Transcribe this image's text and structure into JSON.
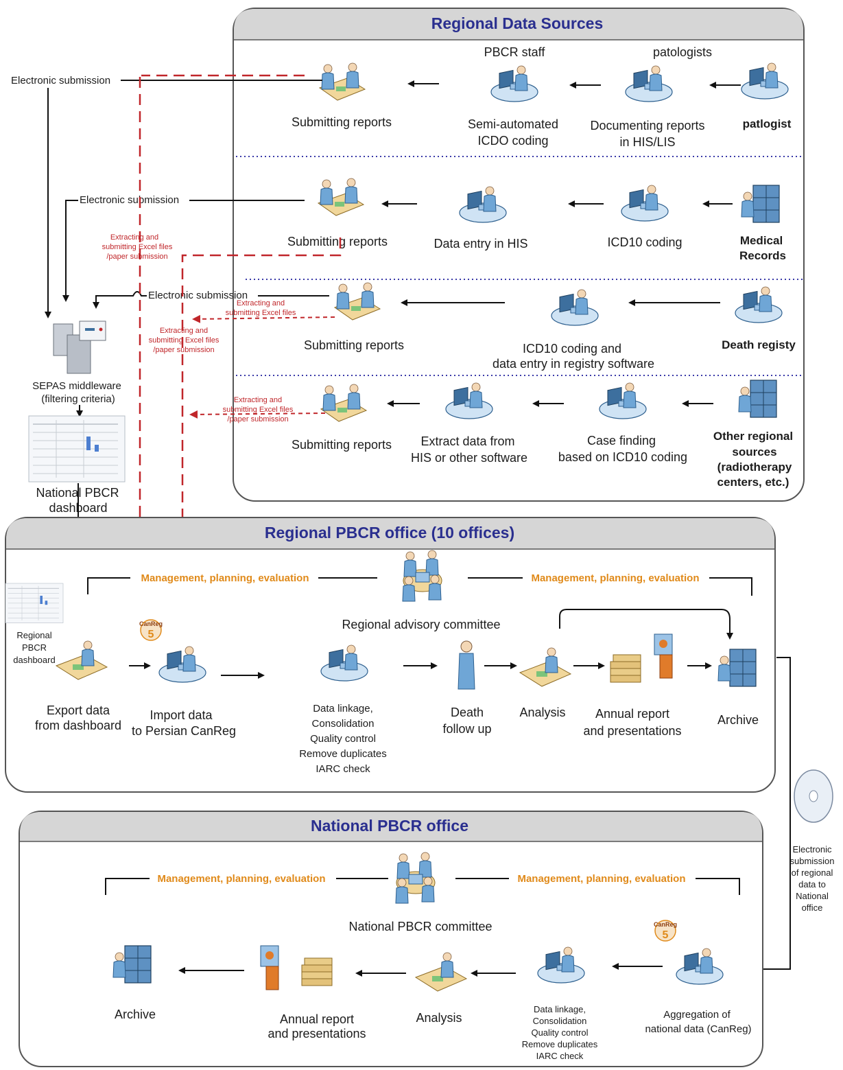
{
  "panels": {
    "regional_sources": "Regional Data Sources",
    "regional_office": "Regional PBCR office (10 offices)",
    "national_office": "National PBCR office"
  },
  "regional_sources": {
    "pathology": {
      "source": "patlogist",
      "step1_top": "patologists",
      "step1": [
        "Documenting reports",
        "in HIS/LIS"
      ],
      "step2_top": "PBCR staff",
      "step2": [
        "Semi-automated",
        "ICDO coding"
      ],
      "submit": "Submitting reports"
    },
    "medical_records": {
      "source": [
        "Medical",
        "Records"
      ],
      "step1": "ICD10  coding",
      "step2": "Data entry in HIS",
      "submit": "Submitting reports"
    },
    "death_registry": {
      "source": "Death registy",
      "step1": [
        "ICD10 coding and",
        "data entry in registry software"
      ],
      "submit": "Submitting reports"
    },
    "other": {
      "source": [
        "Other regional",
        "sources",
        "(radiotherapy",
        "centers, etc.)"
      ],
      "step1": [
        "Case finding",
        "based on ICD10 coding"
      ],
      "step2": [
        "Extract data from",
        "HIS or other software"
      ],
      "submit": "Submitting reports"
    }
  },
  "left_side": {
    "electronic_submission": "Electronic submission",
    "extract_excel_paper": [
      "Extracting and",
      "submitting Excel files",
      "/paper submission"
    ],
    "extract_excel": [
      "Extracting and",
      "submitting Excel files"
    ],
    "sepas": [
      "SEPAS middleware",
      "(filtering criteria)"
    ],
    "national_dashboard": [
      "National PBCR",
      "dashboard"
    ]
  },
  "regional_office": {
    "management": "Management, planning, evaluation",
    "committee": "Regional advisory committee",
    "dashboard": [
      "Regional",
      "PBCR",
      "dashboard"
    ],
    "canreg": "CanReg",
    "canreg_num": "5",
    "export": [
      "Export data",
      "from dashboard"
    ],
    "import": [
      "Import data",
      "to Persian CanReg"
    ],
    "linkage": [
      "Data linkage,",
      "Consolidation",
      "Quality control",
      "Remove duplicates",
      "IARC check"
    ],
    "death": [
      "Death",
      "follow up"
    ],
    "analysis": "Analysis",
    "annual": [
      "Annual report",
      "and presentations"
    ],
    "archive": "Archive"
  },
  "transfer": [
    "Electronic",
    "submission",
    "of regional",
    "data to",
    "National",
    "office"
  ],
  "national_office": {
    "management": "Management, planning, evaluation",
    "committee": "National PBCR committee",
    "archive": "Archive",
    "annual": [
      "Annual report",
      "and presentations"
    ],
    "analysis": "Analysis",
    "linkage": [
      "Data linkage,",
      "Consolidation",
      "Quality control",
      "Remove duplicates",
      "IARC check"
    ],
    "aggregation": [
      "Aggregation of",
      "national data (CanReg)"
    ],
    "canreg": "CanReg",
    "canreg_num": "5"
  },
  "colors": {
    "panel_title": "#2a2f8f",
    "panel_header": "#d6d6d6",
    "red_flow": "#c0262a",
    "management": "#e08a1a",
    "separator": "#3a3aa8",
    "icon_blue": "#6fa6d6"
  }
}
